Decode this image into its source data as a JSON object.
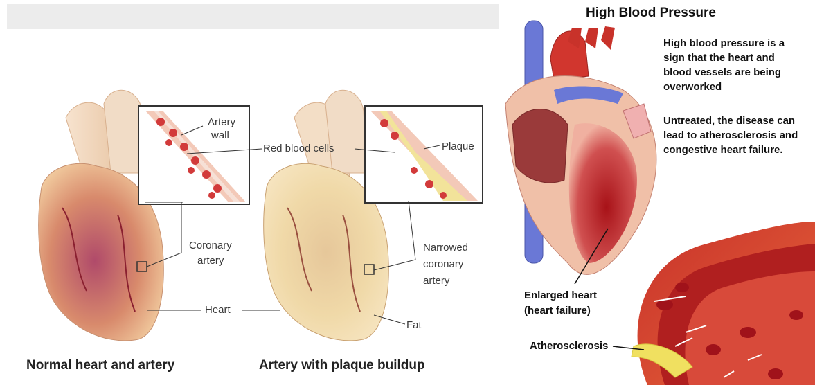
{
  "left_panel": {
    "caption_normal": "Normal heart and artery",
    "caption_plaque": "Artery with plaque buildup",
    "labels": {
      "artery_wall_line1": "Artery",
      "artery_wall_line2": "wall",
      "red_blood_cells": "Red blood cells",
      "plaque": "Plaque",
      "coronary_artery_line1": "Coronary",
      "coronary_artery_line2": "artery",
      "narrowed_line1": "Narrowed",
      "narrowed_line2": "coronary",
      "narrowed_line3": "artery",
      "heart": "Heart",
      "fat": "Fat"
    }
  },
  "right_panel": {
    "title": "High Blood Pressure",
    "paragraph1_lines": [
      "High blood pressure is a",
      "sign that the heart and",
      "blood vessels are being",
      "overworked"
    ],
    "paragraph2_lines": [
      "Untreated, the disease can",
      "lead to atherosclerosis and",
      "congestive heart failure."
    ],
    "enlarged_heart_line1": "Enlarged heart",
    "enlarged_heart_line2": "(heart failure)",
    "atherosclerosis": "Atherosclerosis"
  },
  "colors": {
    "blood_red": "#c81e24",
    "heart_tan": "#e8b48a",
    "vein_blue": "#6a78d6",
    "plaque_yellow": "#f0e060"
  }
}
